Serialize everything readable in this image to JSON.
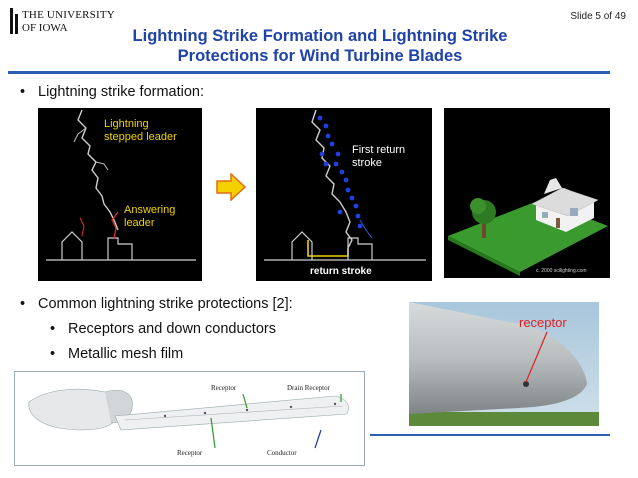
{
  "header": {
    "logo_line1": "THE UNIVERSITY",
    "logo_line2": "OF IOWA",
    "slide_number": "Slide 5 of 49",
    "title_line1": "Lightning Strike Formation and Lightning Strike",
    "title_line2": "Protections for Wind Turbine Blades",
    "accent_color": "#1f43a7"
  },
  "bullets": {
    "formation": "Lightning strike formation:",
    "protections": "Common lightning strike protections [2]:",
    "sub1": "Receptors and down conductors",
    "sub2": "Metallic mesh film"
  },
  "figures": {
    "panel1": {
      "label_stepped_line1": "Lightning",
      "label_stepped_line2": "stepped leader",
      "label_answering_line1": "Answering",
      "label_answering_line2": "leader"
    },
    "panel2": {
      "label_first_line1": "First return",
      "label_first_line2": "stroke",
      "label_bottom": "return stroke"
    },
    "panel3": {
      "credit": "c. 2000 scilighting.com"
    },
    "blade_photo": {
      "label": "receptor"
    },
    "blade_diagram": {
      "label_receptor": "Receptor",
      "label_drain_receptor": "Drain Receptor",
      "label_receptor_bottom": "Receptor",
      "label_conductor": "Conductor"
    }
  }
}
